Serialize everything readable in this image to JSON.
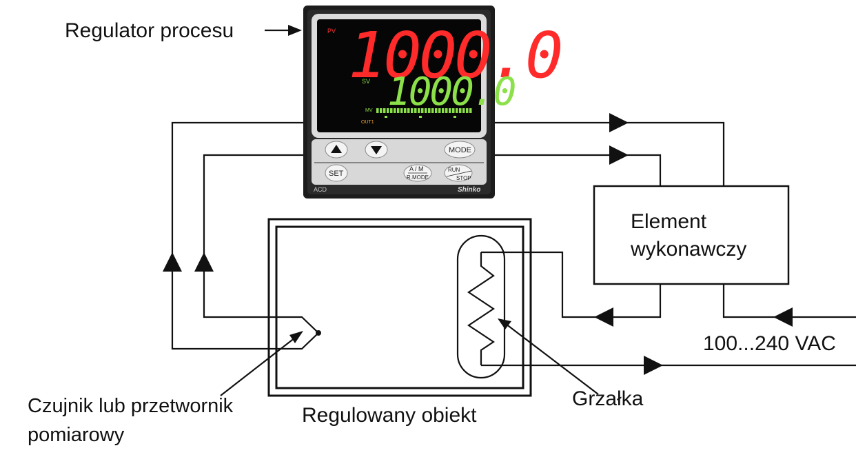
{
  "labels": {
    "controller": "Regulator procesu",
    "actuator_line1": "Element",
    "actuator_line2": "wykonawczy",
    "supply": "100...240 VAC",
    "heater": "Grzałka",
    "object": "Regulowany obiekt",
    "sensor_line1": "Czujnik lub przetwornik",
    "sensor_line2": "pomiarowy"
  },
  "device": {
    "pv_label": "PV",
    "pv_value": "1000.0",
    "sv_label": "SV",
    "sv_value": "1000.0",
    "mv_label": "MV",
    "out_label": "OUT1",
    "model": "ACD",
    "brand": "Shinko",
    "buttons": {
      "set": "SET",
      "mode": "MODE",
      "am_top": "A / M",
      "am_bottom": "R.MODE",
      "run": "RUN",
      "stop": "STOP"
    }
  },
  "colors": {
    "pv": "#ff2a2a",
    "sv": "#8ce04a",
    "out": "#f0a030"
  },
  "icons": [
    "up-arrow-icon",
    "down-arrow-icon"
  ]
}
